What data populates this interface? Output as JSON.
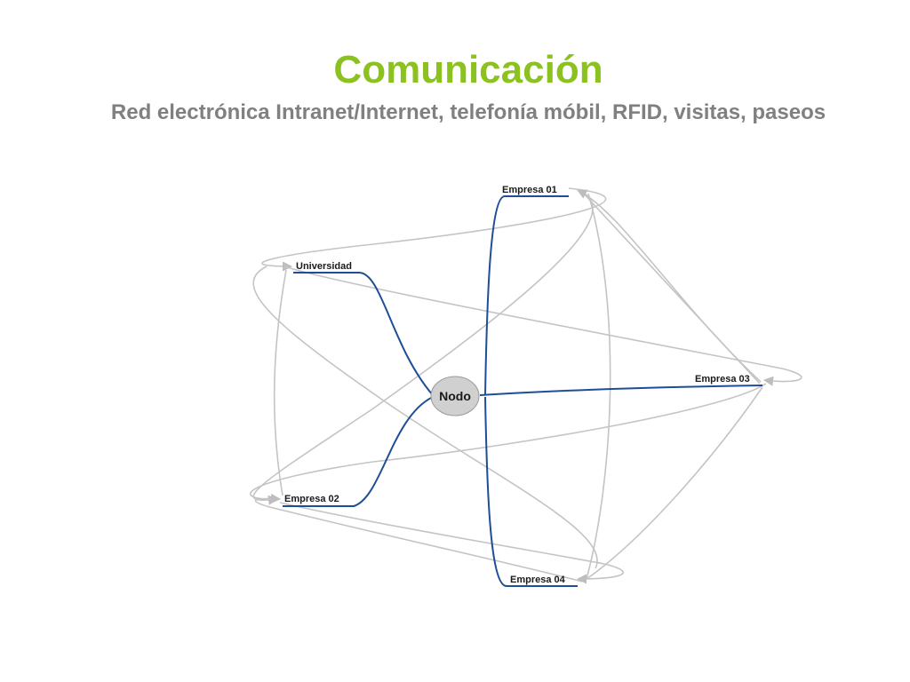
{
  "slide": {
    "title": "Comunicación",
    "subtitle": "Red electrónica Intranet/Internet, telefonía móbil, RFID, visitas, paseos"
  },
  "diagram": {
    "center": "Nodo",
    "nodes": {
      "universidad": "Universidad",
      "empresa01": "Empresa 01",
      "empresa02": "Empresa 02",
      "empresa03": "Empresa 03",
      "empresa04": "Empresa 04"
    },
    "colors": {
      "hub_links": "#1f4e96",
      "cross_links": "#c4c4c4",
      "center_fill": "#d0d0d0",
      "title": "#8cc220",
      "subtitle": "#808080"
    }
  }
}
